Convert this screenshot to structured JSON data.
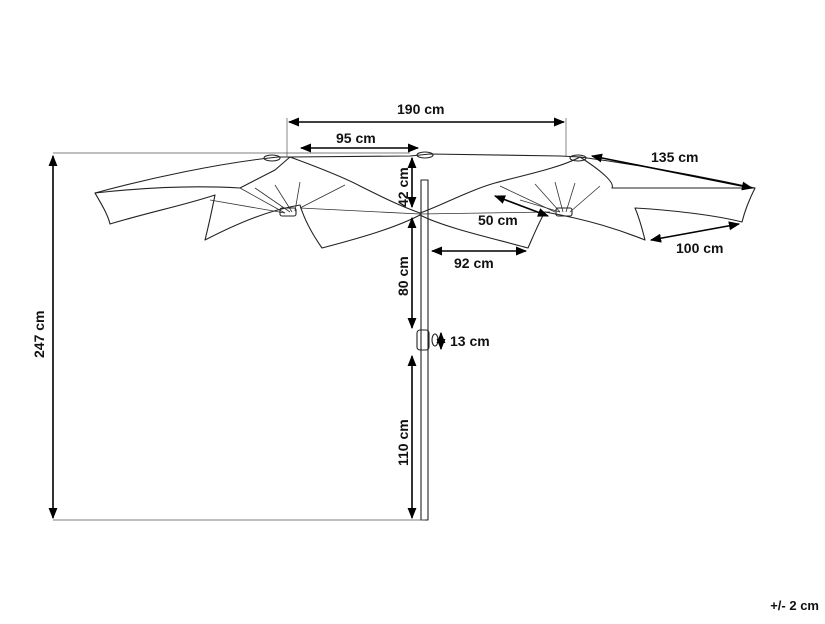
{
  "dimensions": {
    "overall_width": "190 cm",
    "half_width": "95 cm",
    "canopy_depth": "135 cm",
    "canopy_rise": "42 cm",
    "rib_length": "50 cm",
    "arm_length": "92 cm",
    "panel_width": "100 cm",
    "upper_pole": "80 cm",
    "crank_height": "13 cm",
    "lower_pole": "110 cm",
    "total_height": "247 cm"
  },
  "tolerance": "+/- 2 cm"
}
